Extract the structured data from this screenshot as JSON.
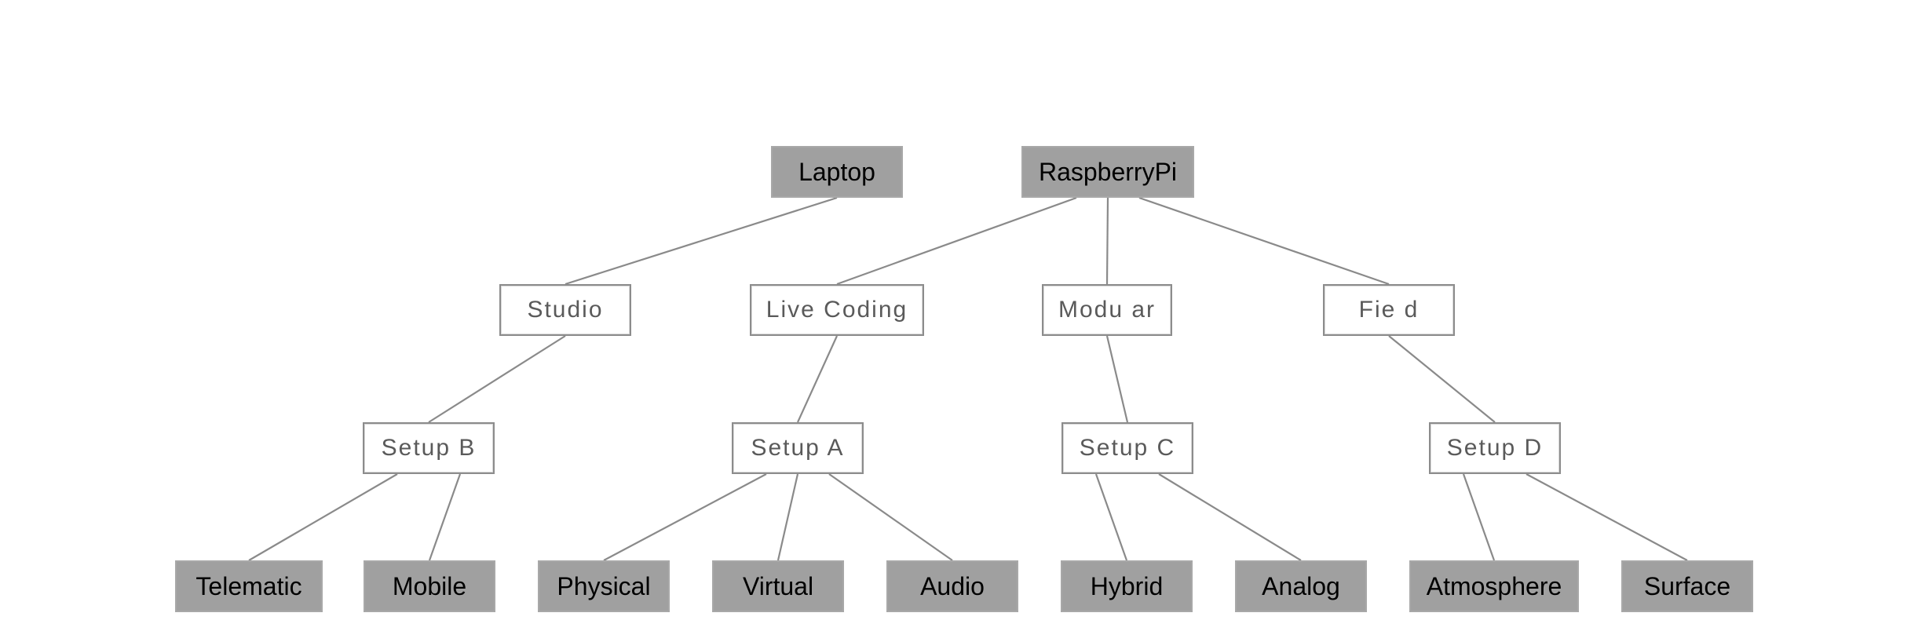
{
  "nodes": {
    "laptop": "Laptop",
    "raspberrypi": "RaspberryPi",
    "studio": "Studio",
    "live_coding": "Live Coding",
    "modular": "Modu ar",
    "field": "Fie d",
    "setup_b": "Setup B",
    "setup_a": "Setup A",
    "setup_c": "Setup C",
    "setup_d": "Setup D",
    "telematic": "Telematic",
    "mobile": "Mobile",
    "physical": "Physical",
    "virtual": "Virtual",
    "audio": "Audio",
    "hybrid": "Hybrid",
    "analog": "Analog",
    "atmosphere": "Atmosphere",
    "surface": "Surface"
  },
  "edges": [
    [
      "laptop",
      "studio"
    ],
    [
      "raspberrypi",
      "live_coding"
    ],
    [
      "raspberrypi",
      "modular"
    ],
    [
      "raspberrypi",
      "field"
    ],
    [
      "studio",
      "setup_b"
    ],
    [
      "live_coding",
      "setup_a"
    ],
    [
      "modular",
      "setup_c"
    ],
    [
      "field",
      "setup_d"
    ],
    [
      "setup_b",
      "telematic"
    ],
    [
      "setup_b",
      "mobile"
    ],
    [
      "setup_a",
      "physical"
    ],
    [
      "setup_a",
      "virtual"
    ],
    [
      "setup_a",
      "audio"
    ],
    [
      "setup_c",
      "hybrid"
    ],
    [
      "setup_c",
      "analog"
    ],
    [
      "setup_d",
      "atmosphere"
    ],
    [
      "setup_d",
      "surface"
    ]
  ],
  "colors": {
    "dark_node_fill": "#a0a0a0",
    "light_node_border": "#8c8c8c",
    "edge": "#8a8a8a"
  }
}
